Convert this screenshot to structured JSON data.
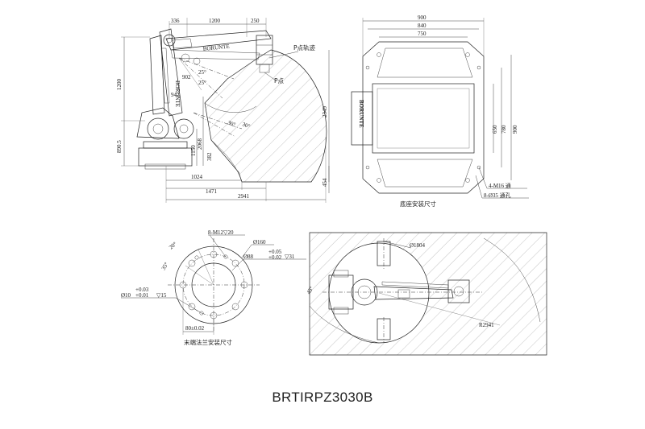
{
  "title": "BRTIRPZ3030B",
  "side_view": {
    "dims_top": [
      "336",
      "1200",
      "250"
    ],
    "dims_left": [
      "1200",
      "890.5"
    ],
    "dims_inner": [
      "902",
      "942",
      "2068",
      "1150",
      "382"
    ],
    "angles": [
      "25°",
      "25°",
      "30°",
      "30°"
    ],
    "dims_bottom": [
      "1024",
      "1471",
      "2941"
    ],
    "dims_right": [
      "2349",
      "454"
    ],
    "annotations": [
      "P点轨迹",
      "P点"
    ],
    "brand_text": "BORUNTE"
  },
  "base_view": {
    "dims_top": [
      "900",
      "840",
      "750"
    ],
    "dims_right": [
      "650",
      "780",
      "900"
    ],
    "holes_a": "4-M16 通",
    "holes_b": "8-Ø35 通孔",
    "caption": "底座安装尺寸",
    "brand_text": "BORUNTE"
  },
  "flange_view": {
    "thread_spec": "8-M12▽20",
    "dia_outer": "Ø160",
    "dia_bore": "Ø88",
    "bore_tol_upper": "+0.05",
    "bore_tol_lower": "+0.02",
    "bore_depth": "▽31",
    "pin_dia": "Ø10",
    "pin_tol_upper": "+0.03",
    "pin_tol_lower": "+0.01",
    "pin_depth": "▽15",
    "angle_a": "20°",
    "angle_b": "35°",
    "pcd": "80±0.02",
    "caption": "末端法兰安装尺寸"
  },
  "top_view": {
    "dia_inner": "Ø1804",
    "radius_outer": "R2941",
    "angle": "45°"
  }
}
